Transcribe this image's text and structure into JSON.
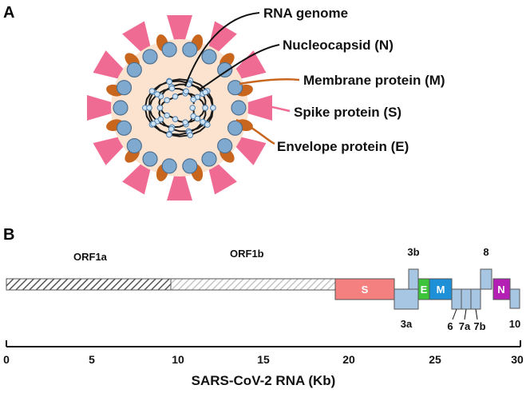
{
  "panel_a": {
    "letter": "A",
    "callouts": [
      "RNA genome",
      "Nucleocapsid (N)",
      "Membrane protein (M)",
      "Spike protein (S)",
      "Envelope protein (E)"
    ]
  },
  "panel_b": {
    "letter": "B",
    "orf1a": "ORF1a",
    "orf1b": "ORF1b",
    "genes_top": [
      "3b",
      "8"
    ],
    "genes_inside": [
      "S",
      "E",
      "M",
      "N"
    ],
    "genes_bottom": [
      "3a",
      "6",
      "7a",
      "7b",
      "10"
    ],
    "axis": {
      "title": "SARS-CoV-2 RNA (Kb)",
      "ticks": [
        "0",
        "5",
        "10",
        "15",
        "20",
        "25",
        "30"
      ]
    }
  },
  "colors": {
    "spike": "#f06b93",
    "envelope": "#c8661e",
    "membrane_bead": "#7fa9cf",
    "core": "#fbe3cf",
    "gene_s": "#f48080",
    "gene_e": "#3cc43a",
    "gene_m": "#1e90d8",
    "gene_n": "#b41fb4",
    "gene_minor": "#a7c6e4"
  }
}
